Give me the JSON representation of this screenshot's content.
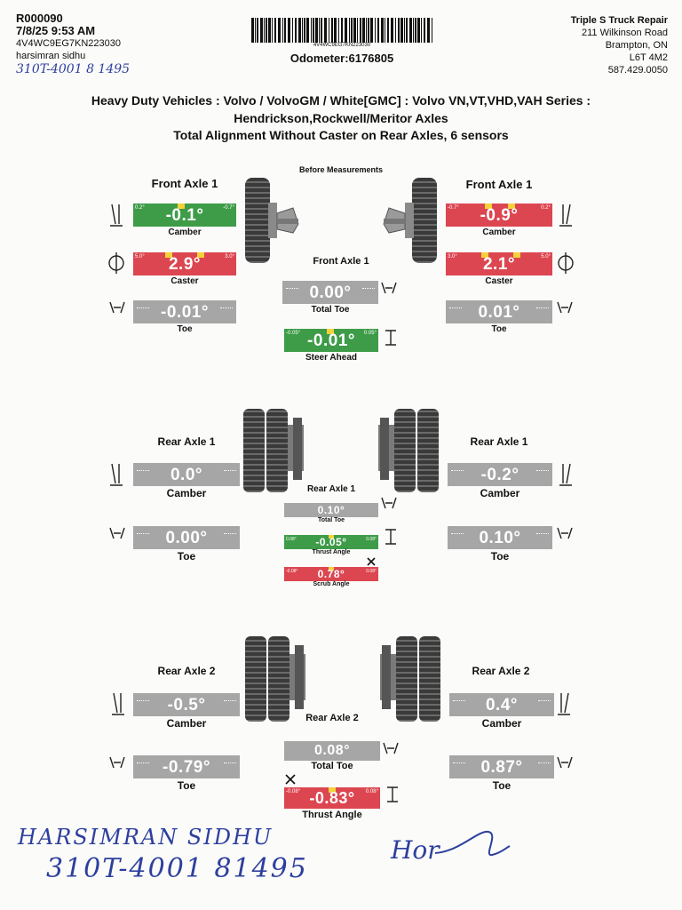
{
  "header": {
    "ro": "R000090",
    "datetime": "7/8/25 9:53 AM",
    "vin": "4V4WC9EG7KN223030",
    "tech": "harsimran sidhu",
    "handwritten_unit": "310T-4001 8 1495",
    "barcode_text": "4V4WC9EG7KN223030",
    "odometer": "Odometer:6176805"
  },
  "shop": {
    "name": "Triple S Truck Repair",
    "street": "211 Wilkinson Road",
    "city": "Brampton, ON",
    "postal": "L6T 4M2",
    "phone": "587.429.0050"
  },
  "title": {
    "line1": "Heavy Duty Vehicles : Volvo / VolvoGM / White[GMC] : Volvo VN,VT,VHD,VAH Series :",
    "line2": "Hendrickson,Rockwell/Meritor Axles",
    "line3": "Total Alignment Without Caster on Rear Axles, 6 sensors"
  },
  "subtitle": "Before Measurements",
  "front": {
    "left_label": "Front Axle 1",
    "right_label": "Front Axle 1",
    "center_label": "Front Axle 1",
    "left_camber": {
      "value": "-0.1°",
      "caption": "Camber",
      "min": "0.2°",
      "max": "-0.7°"
    },
    "right_camber": {
      "value": "-0.9°",
      "caption": "Camber",
      "min": "-0.7°",
      "max": "0.2°"
    },
    "left_caster": {
      "value": "2.9°",
      "caption": "Caster",
      "min": "5.0°",
      "max": "3.0°"
    },
    "right_caster": {
      "value": "2.1°",
      "caption": "Caster",
      "min": "3.0°",
      "max": "5.0°"
    },
    "left_toe": {
      "value": "-0.01°",
      "caption": "Toe"
    },
    "right_toe": {
      "value": "0.01°",
      "caption": "Toe"
    },
    "total_toe": {
      "value": "0.00°",
      "caption": "Total Toe"
    },
    "steer_ahead": {
      "value": "-0.01°",
      "caption": "Steer Ahead",
      "min": "-0.05°",
      "max": "0.05°"
    }
  },
  "rear1": {
    "left_label": "Rear Axle 1",
    "right_label": "Rear Axle 1",
    "center_label": "Rear Axle 1",
    "left_camber": {
      "value": "0.0°",
      "caption": "Camber"
    },
    "right_camber": {
      "value": "-0.2°",
      "caption": "Camber"
    },
    "left_toe": {
      "value": "0.00°",
      "caption": "Toe"
    },
    "right_toe": {
      "value": "0.10°",
      "caption": "Toe"
    },
    "total_toe": {
      "value": "0.10°",
      "caption": "Total Toe"
    },
    "thrust_angle": {
      "value": "-0.05°",
      "caption": "Thrust Angle",
      "min": "0.08°",
      "max": "0.08°"
    },
    "scrub_angle": {
      "value": "0.78°",
      "caption": "Scrub Angle",
      "min": "-0.08°",
      "max": "0.08°"
    }
  },
  "rear2": {
    "left_label": "Rear Axle 2",
    "right_label": "Rear Axle 2",
    "center_label": "Rear Axle 2",
    "left_camber": {
      "value": "-0.5°",
      "caption": "Camber"
    },
    "right_camber": {
      "value": "0.4°",
      "caption": "Camber"
    },
    "left_toe": {
      "value": "-0.79°",
      "caption": "Toe"
    },
    "right_toe": {
      "value": "0.87°",
      "caption": "Toe"
    },
    "total_toe": {
      "value": "0.08°",
      "caption": "Total Toe"
    },
    "thrust_angle": {
      "value": "-0.83°",
      "caption": "Thrust Angle",
      "min": "-0.08°",
      "max": "0.08°"
    }
  },
  "footer": {
    "handwritten_name": "HARSIMRAN SIDHU",
    "handwritten_unit": "310T-4001 81495",
    "signature": "Hor"
  },
  "colors": {
    "in_spec": "#3e9c48",
    "out_of_spec": "#dc4650",
    "no_spec": "#a6a6a6",
    "notch": "#f3d23a",
    "ink": "#2d3f9e"
  }
}
